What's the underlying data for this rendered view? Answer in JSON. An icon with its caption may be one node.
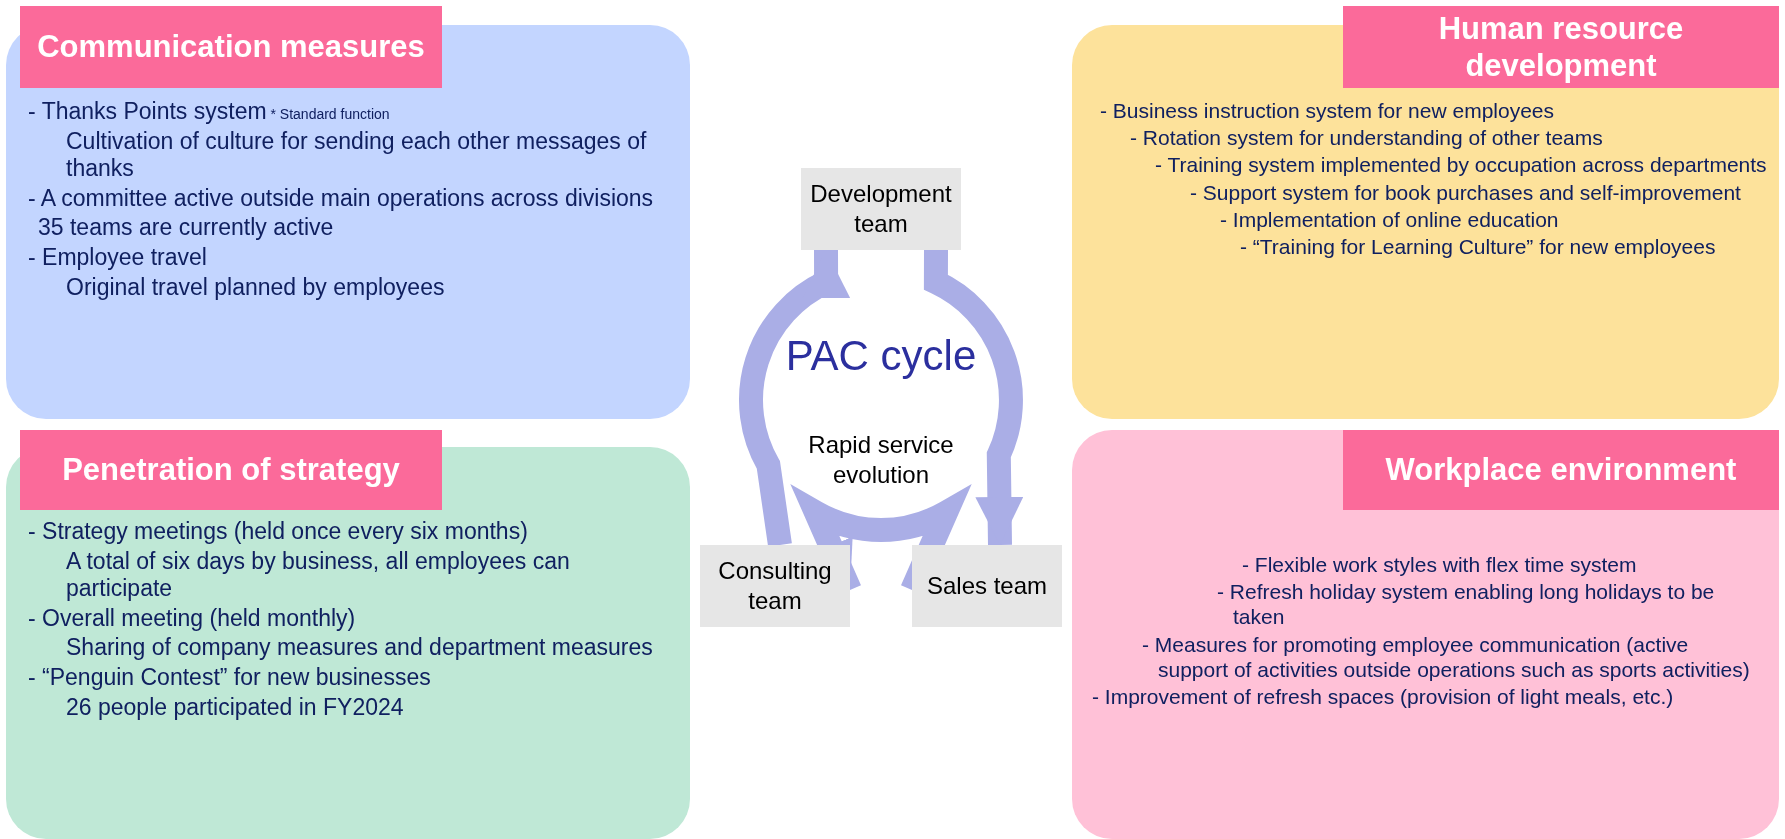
{
  "diagram": {
    "nodes": [
      {
        "text": [
          "Communication measures",
          "- Thanks Points system",
          "* Standard function",
          "Cultivation of culture for sending each other messages of thanks",
          "- A committee active outside main operations across divisions",
          "35 teams are currently active",
          "- Employee travel",
          "Original travel planned by employees"
        ]
      },
      {
        "text": [
          "Human resource development",
          "- Business instruction system for new employees",
          "- Rotation system for understanding of other teams",
          "- Training system implemented by occupation across departments",
          "- Support system for book purchases and self-improvement",
          "- Implementation of online education",
          "- “Training for Learning Culture” for new employees"
        ]
      },
      {
        "text": [
          "Penetration of strategy",
          "- Strategy meetings (held once every six months)",
          "A total of six days by business, all employees can participate",
          "- Overall meeting (held monthly)",
          "Sharing of company measures and department measures",
          "- “Penguin Contest” for new businesses",
          "26 people participated in FY2024"
        ]
      },
      {
        "text": [
          "Workplace environment",
          "- Flexible work styles with flex time system",
          "- Refresh holiday system enabling long holidays to be taken",
          "- Measures for promoting employee communication (active support of activities outside operations such as sports activities)",
          "- Improvement of refresh spaces (provision of light meals, etc.)"
        ]
      },
      {
        "text": [
          "Development team"
        ]
      },
      {
        "text": [
          "Sales team"
        ]
      },
      {
        "text": [
          "Consulting team"
        ]
      }
    ],
    "edges": [
      {
        "from": 6,
        "to": 4,
        "arrow": "to"
      },
      {
        "from": 4,
        "to": 5,
        "arrow": "to"
      },
      {
        "from": 5,
        "to": 6,
        "arrow": "to"
      }
    ],
    "labels": [
      "PAC cycle",
      "Rapid service evolution"
    ]
  }
}
